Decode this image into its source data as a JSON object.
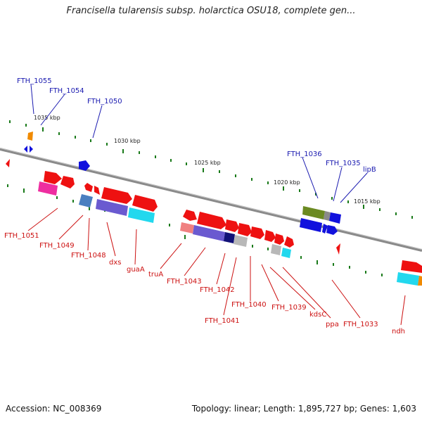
{
  "title": "Francisella tularensis subsp. holarctica OSU18, complete gen...",
  "footer": {
    "accession": "Accession: NC_008369",
    "summary": "Topology: linear; Length: 1,895,727 bp; Genes: 1,603"
  },
  "colors": {
    "axis": "#8a8a8a",
    "tick": "#1a7a1a",
    "top_label": "#1a1ab0",
    "bottom_label": "#cc1111",
    "red": "#ee1111",
    "blue": "#1111dd",
    "cyan": "#22d8ee",
    "magenta": "#ee2ea0",
    "olive": "#6b8a22",
    "orange": "#f08a00",
    "steel": "#4a7fc0",
    "violet": "#6a5ad0",
    "grey": "#b8b8b8",
    "navy": "#111177",
    "salmon": "#f08080"
  },
  "scale_labels": [
    "1035 kbp",
    "1030 kbp",
    "1025 kbp",
    "1020 kbp",
    "1015 kbp"
  ],
  "top_labels": [
    "FTH_1055",
    "FTH_1054",
    "FTH_1050",
    "FTH_1036",
    "FTH_1035",
    "lipB"
  ],
  "bottom_labels": [
    "FTH_1051",
    "FTH_1049",
    "FTH_1048",
    "dxs",
    "guaA",
    "truA",
    "FTH_1043",
    "FTH_1042",
    "FTH_1041",
    "FTH_1040",
    "FTH_1039",
    "kdsC",
    "ppa",
    "FTH_1033",
    "ndh"
  ]
}
